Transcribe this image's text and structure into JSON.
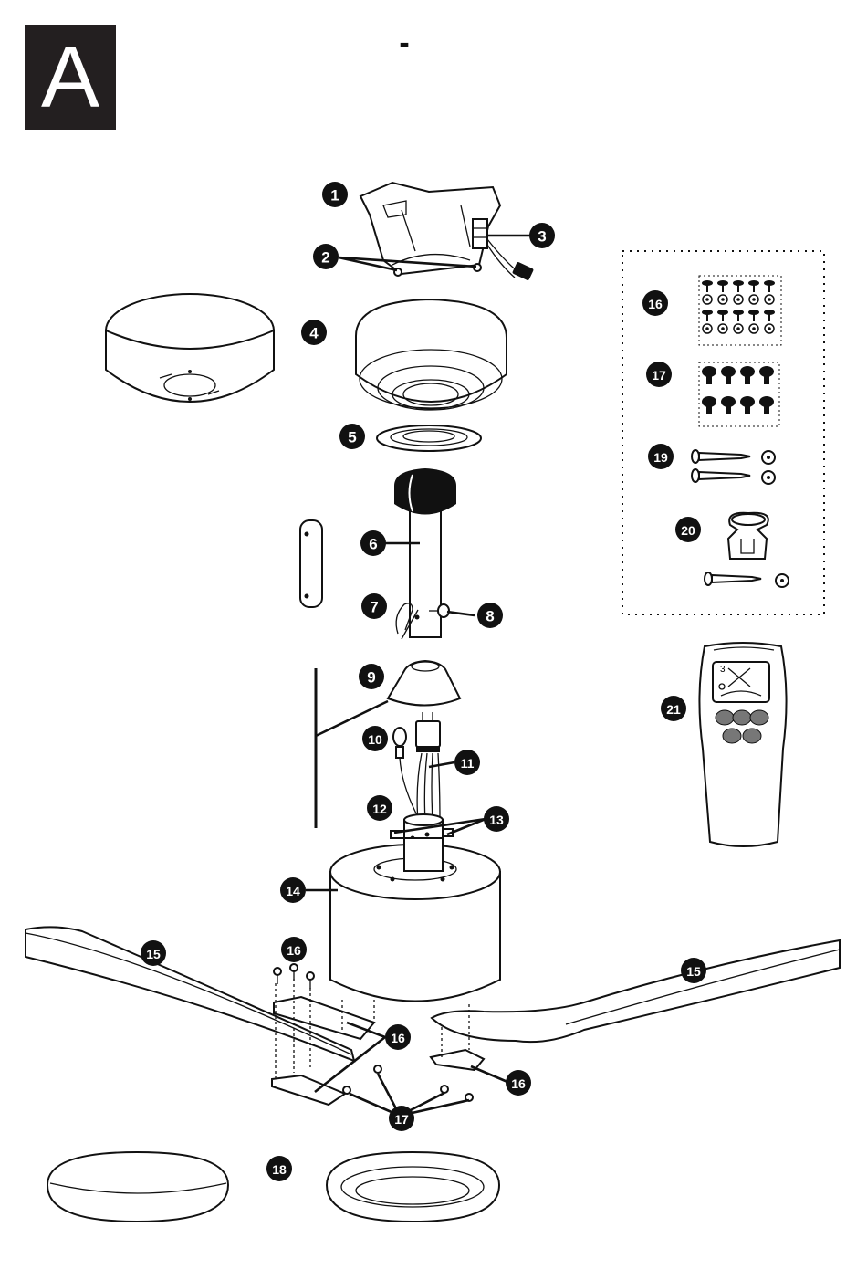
{
  "header": {
    "section_letter": "A",
    "title": "-"
  },
  "callouts": [
    {
      "id": "callout-1",
      "label": "1"
    },
    {
      "id": "callout-2",
      "label": "2"
    },
    {
      "id": "callout-3",
      "label": "3"
    },
    {
      "id": "callout-4",
      "label": "4"
    },
    {
      "id": "callout-5",
      "label": "5"
    },
    {
      "id": "callout-6",
      "label": "6"
    },
    {
      "id": "callout-7",
      "label": "7"
    },
    {
      "id": "callout-8",
      "label": "8"
    },
    {
      "id": "callout-9",
      "label": "9"
    },
    {
      "id": "callout-10",
      "label": "10"
    },
    {
      "id": "callout-11",
      "label": "11"
    },
    {
      "id": "callout-12",
      "label": "12"
    },
    {
      "id": "callout-13",
      "label": "13"
    },
    {
      "id": "callout-14",
      "label": "14"
    },
    {
      "id": "callout-15a",
      "label": "15"
    },
    {
      "id": "callout-15b",
      "label": "15"
    },
    {
      "id": "callout-16a",
      "label": "16"
    },
    {
      "id": "callout-16b",
      "label": "16"
    },
    {
      "id": "callout-16c",
      "label": "16"
    },
    {
      "id": "callout-16d",
      "label": "16"
    },
    {
      "id": "callout-17a",
      "label": "17"
    },
    {
      "id": "callout-17b",
      "label": "17"
    },
    {
      "id": "callout-18",
      "label": "18"
    },
    {
      "id": "callout-19",
      "label": "19"
    },
    {
      "id": "callout-20",
      "label": "20"
    },
    {
      "id": "callout-21",
      "label": "21"
    }
  ],
  "remote_display": {
    "speed_digit": "3"
  },
  "colors": {
    "ink": "#111111",
    "badge": "#231f20",
    "paper": "#ffffff"
  }
}
